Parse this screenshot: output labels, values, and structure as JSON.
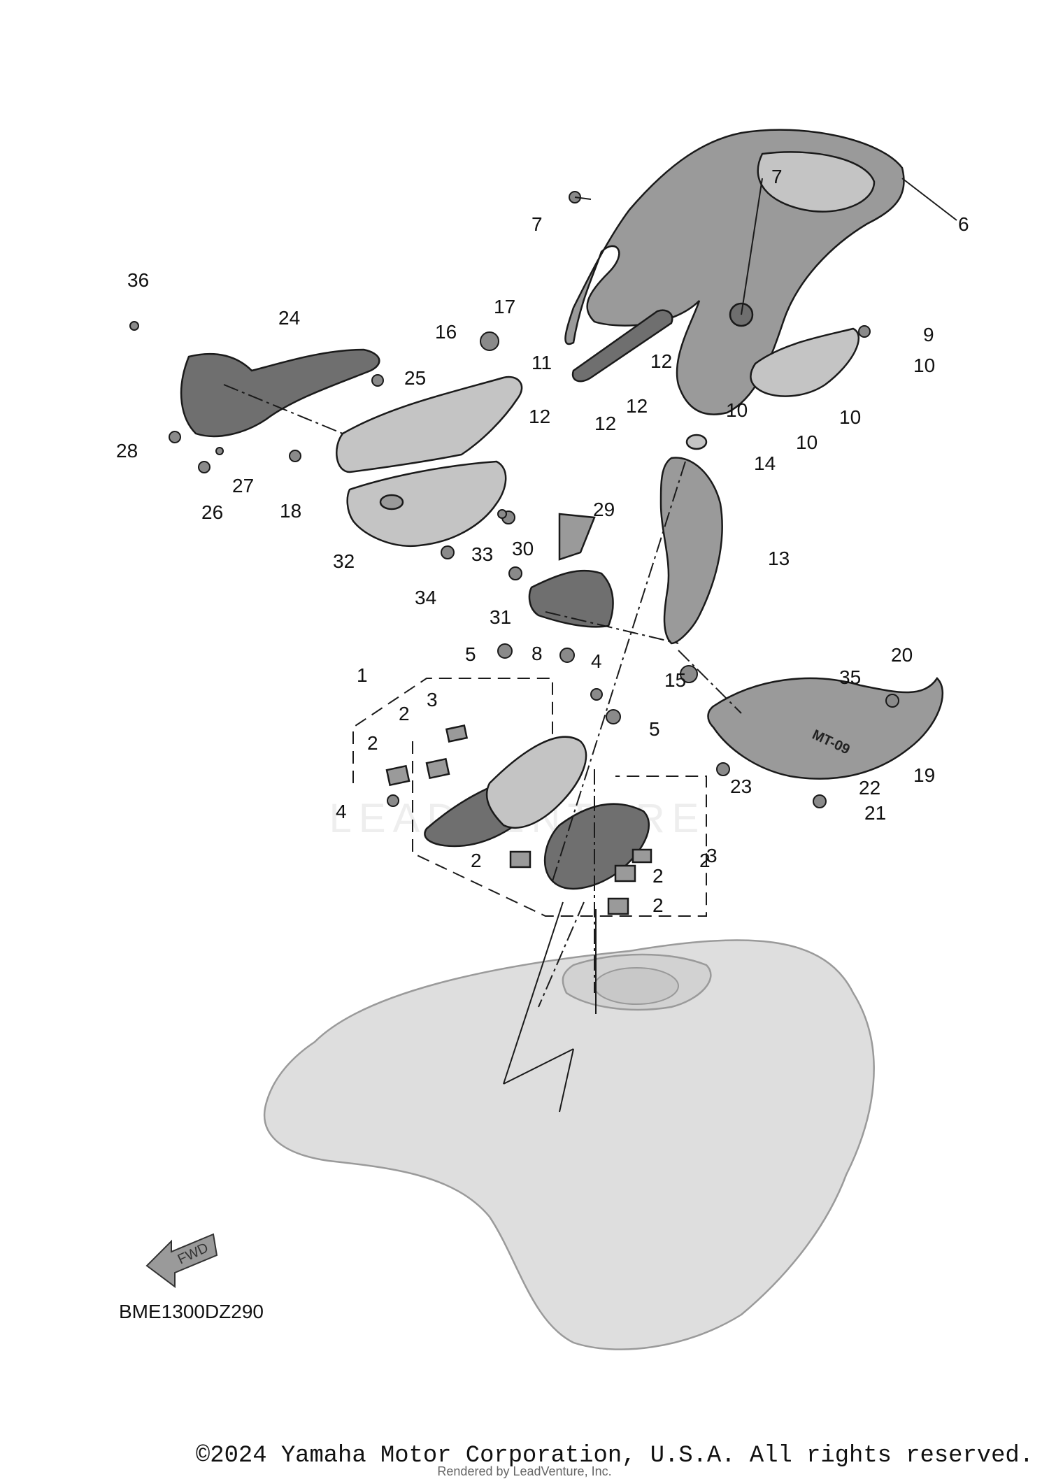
{
  "diagram": {
    "callouts": [
      {
        "text": "1"
      },
      {
        "text": "2"
      },
      {
        "text": "2"
      },
      {
        "text": "2"
      },
      {
        "text": "2"
      },
      {
        "text": "2"
      },
      {
        "text": "2"
      },
      {
        "text": "3"
      },
      {
        "text": "3"
      },
      {
        "text": "4"
      },
      {
        "text": "4"
      },
      {
        "text": "5"
      },
      {
        "text": "5"
      },
      {
        "text": "6"
      },
      {
        "text": "7"
      },
      {
        "text": "7"
      },
      {
        "text": "8"
      },
      {
        "text": "9"
      },
      {
        "text": "10"
      },
      {
        "text": "10"
      },
      {
        "text": "10"
      },
      {
        "text": "10"
      },
      {
        "text": "11"
      },
      {
        "text": "12"
      },
      {
        "text": "12"
      },
      {
        "text": "12"
      },
      {
        "text": "12"
      },
      {
        "text": "13"
      },
      {
        "text": "14"
      },
      {
        "text": "15"
      },
      {
        "text": "16"
      },
      {
        "text": "17"
      },
      {
        "text": "18"
      },
      {
        "text": "19"
      },
      {
        "text": "20"
      },
      {
        "text": "21"
      },
      {
        "text": "22"
      },
      {
        "text": "23"
      },
      {
        "text": "24"
      },
      {
        "text": "25"
      },
      {
        "text": "26"
      },
      {
        "text": "27"
      },
      {
        "text": "28"
      },
      {
        "text": "29"
      },
      {
        "text": "30"
      },
      {
        "text": "31"
      },
      {
        "text": "32"
      },
      {
        "text": "33"
      },
      {
        "text": "34"
      },
      {
        "text": "35"
      },
      {
        "text": "36"
      }
    ],
    "fwd_label": "FWD",
    "emblem_text": "MT-09",
    "diagram_code": "BME1300DZ290",
    "copyright": "©2024 Yamaha Motor Corporation, U.S.A. All rights reserved.",
    "rendered_by": "Rendered by LeadVenture, Inc.",
    "watermark": "LEADVENTURE"
  },
  "colors": {
    "ink": "#111111",
    "part_dark": "#6f6f6f",
    "part_light": "#c4c4c4",
    "tank": "#dedede"
  }
}
